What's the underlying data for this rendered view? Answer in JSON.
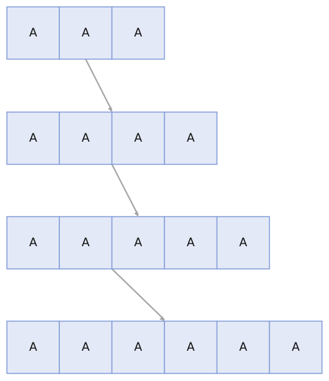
{
  "diagram": {
    "rows": [
      {
        "cells": [
          "A",
          "A",
          "A"
        ]
      },
      {
        "cells": [
          "A",
          "A",
          "A",
          "A"
        ]
      },
      {
        "cells": [
          "A",
          "A",
          "A",
          "A",
          "A"
        ]
      },
      {
        "cells": [
          "A",
          "A",
          "A",
          "A",
          "A",
          "A"
        ]
      }
    ],
    "arrows": [
      {
        "from_row": 0,
        "from_cell": 1,
        "to_row": 1,
        "to_cell": 2
      },
      {
        "from_row": 1,
        "from_cell": 2,
        "to_row": 2,
        "to_cell": 2
      },
      {
        "from_row": 2,
        "from_cell": 2,
        "to_row": 3,
        "to_cell": 3
      }
    ],
    "colors": {
      "cell_fill": "#e4e9f7",
      "cell_border": "#7f9bd8",
      "arrow": "#a3a3a3",
      "text": "#111111"
    }
  }
}
